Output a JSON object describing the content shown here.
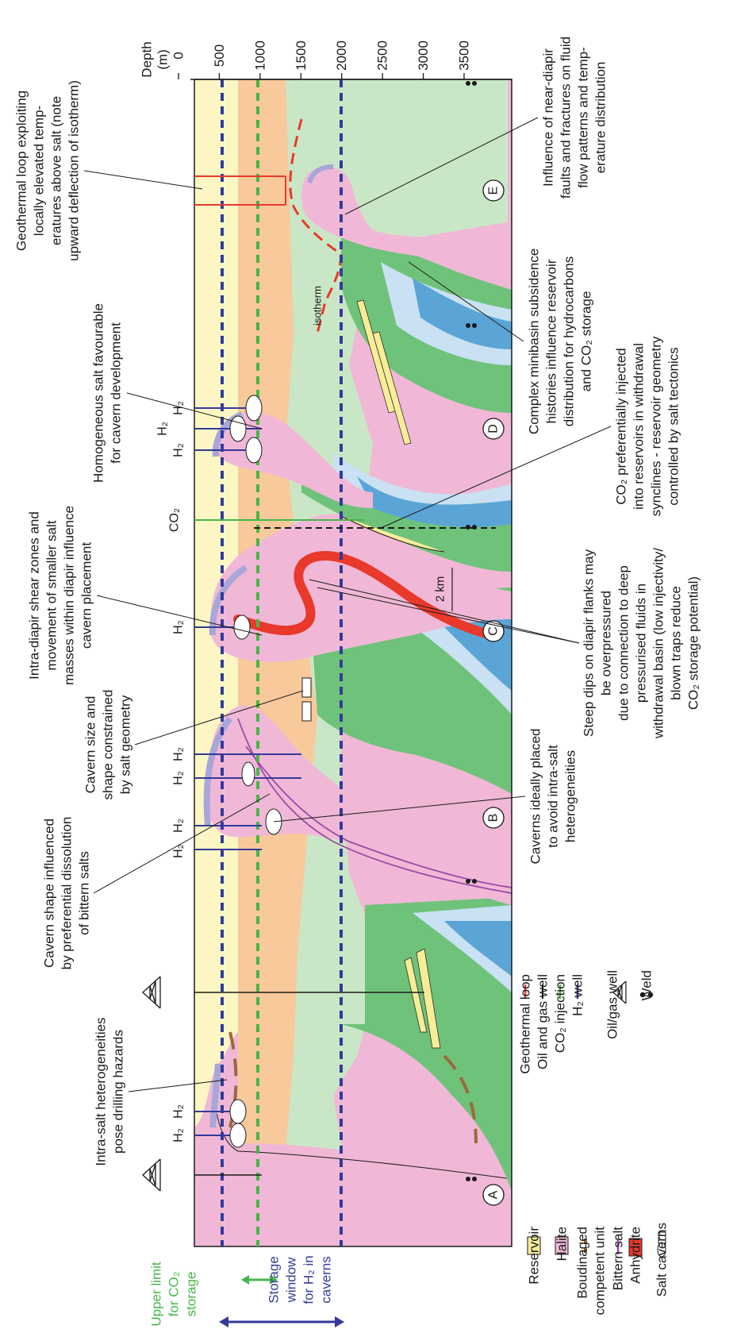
{
  "depth_axis": {
    "title_line1": "Depth",
    "title_line2": "(m)",
    "ticks": [
      "0",
      "500",
      "1000",
      "1500",
      "2000",
      "2500",
      "3000",
      "3500"
    ]
  },
  "window_labels": {
    "co2_line1": "Upper limit",
    "co2_line2": "for CO₂",
    "co2_line3": "storage",
    "h2_line1": "Storage",
    "h2_line2": "window",
    "h2_line3": "for H₂ in",
    "h2_line4": "caverns"
  },
  "wells": {
    "h2": "H₂",
    "co2": "CO₂"
  },
  "diapirs": [
    "A",
    "B",
    "C",
    "D",
    "E"
  ],
  "misc": {
    "isotherm": "isotherm",
    "scale_bar": "2 km"
  },
  "annotations_left": {
    "a1_l1": "Intra-salt heterogeneities",
    "a1_l2": "pose drilling hazards",
    "a2_l1": "Cavern shape influenced",
    "a2_l2": "by preferential dissolution",
    "a2_l3": "of bittern salts",
    "a3_l1": "Cavern size and",
    "a3_l2": "shape constrained",
    "a3_l3": "by salt geometry",
    "a4_l1": "Intra-diapir shear zones and",
    "a4_l2": "movement of smaller salt",
    "a4_l3": "masses within diapir influence",
    "a4_l4": "cavern placement",
    "a5_l1": "Homogeneous salt favourable",
    "a5_l2": "for cavern development",
    "a6_l1": "Geothermal loop exploiting",
    "a6_l2": "locally elevated temp-",
    "a6_l3": "eratures above salt (note",
    "a6_l4": "upward deflection of isotherm)"
  },
  "annotations_right": {
    "b1_l1": "Caverns ideally placed",
    "b1_l2": "to avoid intra-salt",
    "b1_l3": "heterogeneities",
    "b2_l1": "Steep dips on diapir flanks may",
    "b2_l2": "be overpressured",
    "b2_l3": "due to connection to deep",
    "b2_l4": "pressurised  fluids in",
    "b2_l5": "withdrawal basin (low injectivity/",
    "b2_l6": "blown traps reduce",
    "b2_l7": "CO₂ storage potential)",
    "b3_l1": "CO₂ preferentially injected",
    "b3_l2": "into reservoirs in withdrawal",
    "b3_l3": "synclines - reservoir geometry",
    "b3_l4": "controlled by salt tectonics",
    "b4_l1": "Complex minibasin subsidence",
    "b4_l2": "histories influence reservoir",
    "b4_l3": "distribution for hydrocarbons",
    "b4_l4": "and CO₂ storage",
    "b5_l1": "Influence of near-diapir",
    "b5_l2": "faults and fractures on fluid",
    "b5_l3": "flow patterns and temp-",
    "b5_l4": "erature distribution"
  },
  "legend": {
    "reservoir": "Reservoir",
    "halite": "Halite",
    "boudinaged_l1": "Boudinaged",
    "boudinaged_l2": "competent unit",
    "bittern": "Bittern salt",
    "anhydrite": "Anhydrite",
    "caverns": "Salt caverns",
    "geothermal": "Geothermal loop",
    "oilgas_well": "Oil and gas well",
    "co2_injection": "CO₂ injection",
    "h2_well": "H₂ well",
    "oilgas_rig": "Oil/gas well",
    "weld": "Weld"
  },
  "colors": {
    "reservoir": "#f7ec98",
    "halite": "#f0b8d6",
    "light_green": "#c9e7c6",
    "dark_green": "#6fc27a",
    "light_blue": "#c9e1f3",
    "blue": "#5aa5d6",
    "orange": "#f8c99a",
    "pale_yellow": "#fbf6c4",
    "bittern": "#9a4aa6",
    "lavender": "#a9a6d9",
    "anhydrite": "#e8392b",
    "geothermal": "#e8392b",
    "co2": "#46b649",
    "h2": "#343a9a",
    "boudin": "#9a6a3a"
  }
}
